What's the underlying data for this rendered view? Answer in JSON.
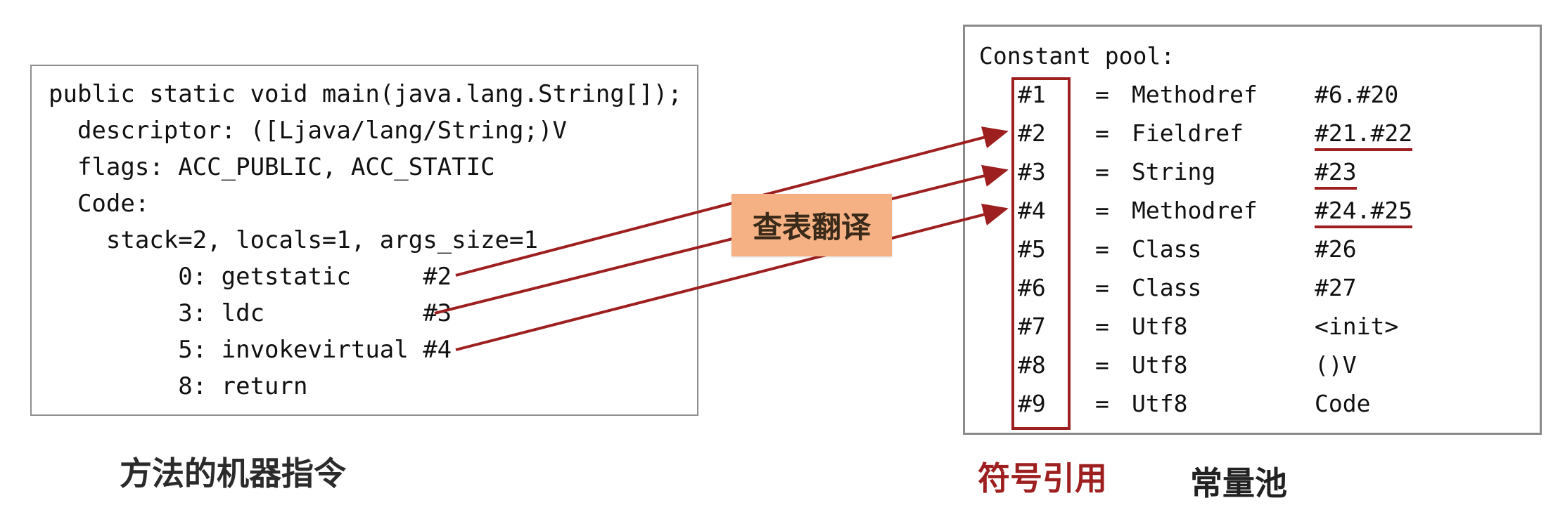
{
  "left_panel": {
    "lines": [
      "public static void main(java.lang.String[]);",
      "  descriptor: ([Ljava/lang/String;)V",
      "  flags: ACC_PUBLIC, ACC_STATIC",
      "  Code:",
      "    stack=2, locals=1, args_size=1",
      "         0: getstatic     #2",
      "         3: ldc           #3",
      "         5: invokevirtual #4",
      "         8: return"
    ],
    "caption": "方法的机器指令"
  },
  "translate_label": "查表翻译",
  "constant_pool": {
    "title": "Constant pool:",
    "entries": [
      {
        "index": "#1",
        "eq": "=",
        "type": "Methodref",
        "value": "#6.#20",
        "underline": false
      },
      {
        "index": "#2",
        "eq": "=",
        "type": "Fieldref",
        "value": "#21.#22",
        "underline": true
      },
      {
        "index": "#3",
        "eq": "=",
        "type": "String",
        "value": "#23",
        "underline": true
      },
      {
        "index": "#4",
        "eq": "=",
        "type": "Methodref",
        "value": "#24.#25",
        "underline": true
      },
      {
        "index": "#5",
        "eq": "=",
        "type": "Class",
        "value": "#26",
        "underline": false
      },
      {
        "index": "#6",
        "eq": "=",
        "type": "Class",
        "value": "#27",
        "underline": false
      },
      {
        "index": "#7",
        "eq": "=",
        "type": "Utf8",
        "value": "<init>",
        "underline": false
      },
      {
        "index": "#8",
        "eq": "=",
        "type": "Utf8",
        "value": "()V",
        "underline": false
      },
      {
        "index": "#9",
        "eq": "=",
        "type": "Utf8",
        "value": "Code",
        "underline": false
      }
    ],
    "caption_red": "符号引用",
    "caption_black": "常量池"
  },
  "colors": {
    "accent_red": "#9e1f1f",
    "label_bg": "#f5b183",
    "border_gray": "#8a8a8a"
  }
}
